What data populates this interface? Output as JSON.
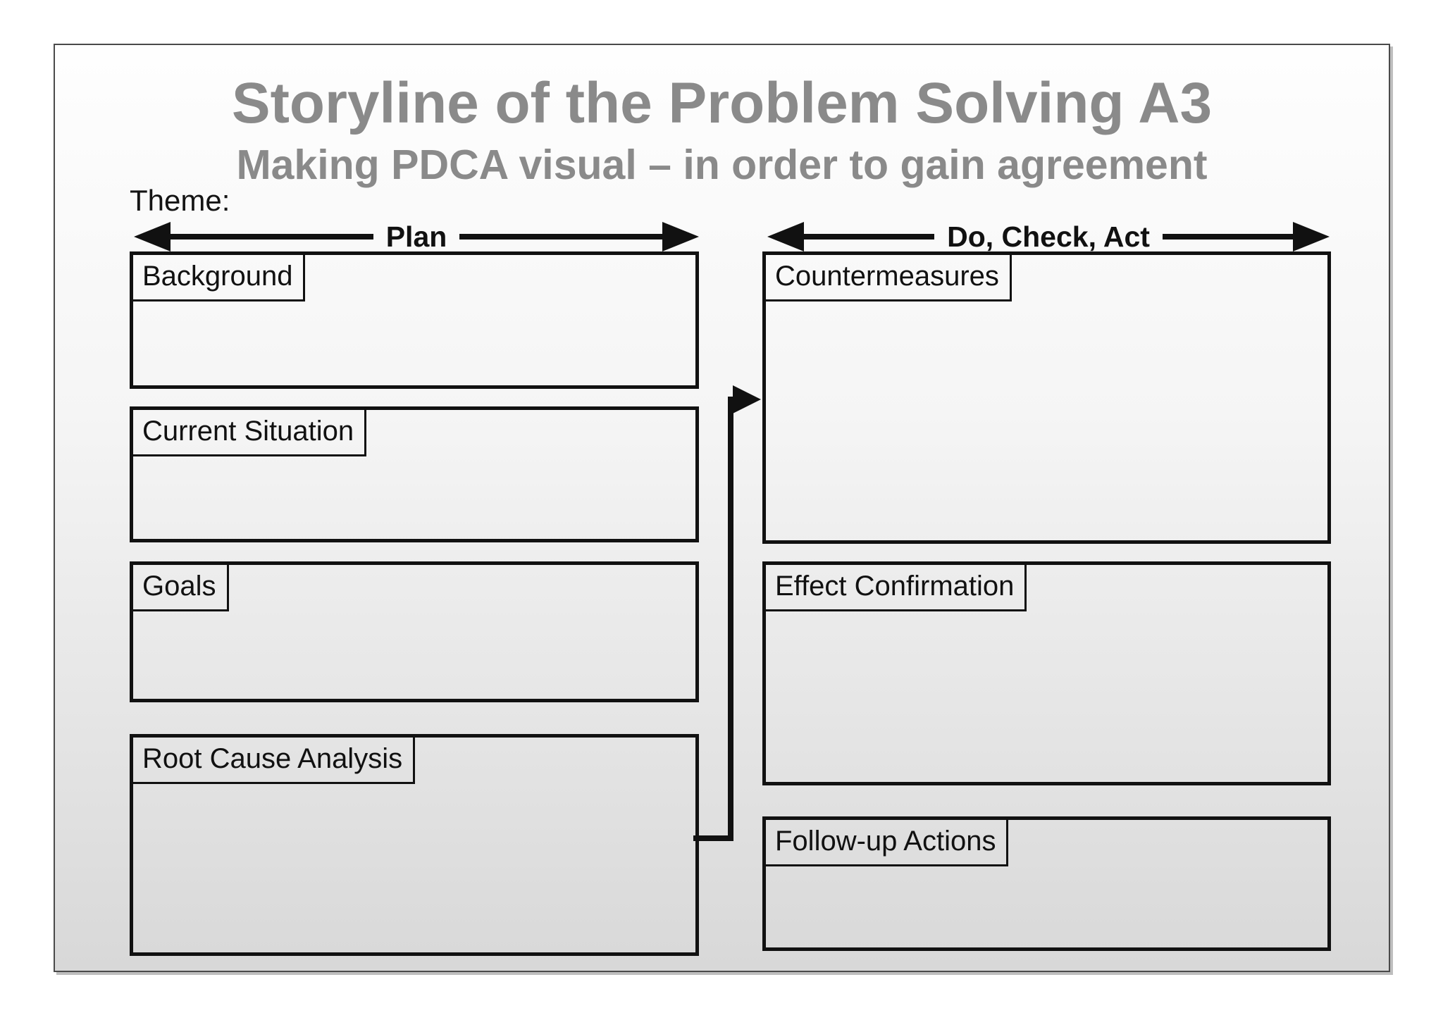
{
  "page": {
    "title": "Storyline of the Problem Solving A3",
    "subtitle": "Making PDCA visual – in order to gain agreement",
    "theme_label": "Theme:"
  },
  "arrows": {
    "plan": "Plan",
    "do_check_act": "Do, Check, Act"
  },
  "sections": {
    "plan_column": [
      {
        "id": "background",
        "label": "Background"
      },
      {
        "id": "current-situation",
        "label": "Current Situation"
      },
      {
        "id": "goals",
        "label": "Goals"
      },
      {
        "id": "root-cause-analysis",
        "label": "Root Cause Analysis"
      }
    ],
    "dca_column": [
      {
        "id": "countermeasures",
        "label": "Countermeasures"
      },
      {
        "id": "effect-confirmation",
        "label": "Effect Confirmation"
      },
      {
        "id": "follow-up-actions",
        "label": "Follow-up Actions"
      }
    ]
  },
  "colors": {
    "title_gray": "#8a8a8a",
    "line_black": "#111111",
    "slide_bg_top": "#fefefe",
    "slide_bg_bottom": "#d8d8d8"
  }
}
